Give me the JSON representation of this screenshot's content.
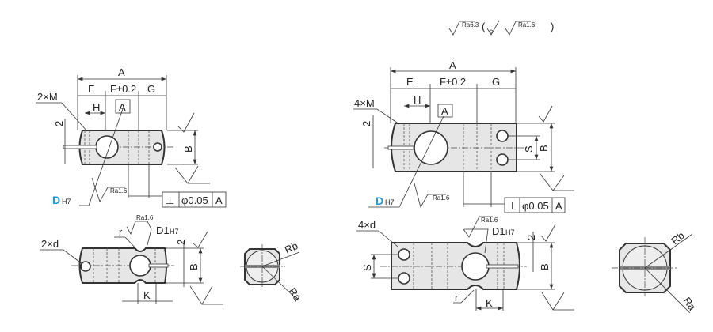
{
  "finish_legend": {
    "main": "Ra6.3",
    "paren_open": "(",
    "alt": "Ra1.6",
    "paren_close": ")"
  },
  "left_view": {
    "dim_A": "A",
    "dim_E": "E",
    "dim_F": "F±0.2",
    "dim_G": "G",
    "dim_H": "H",
    "datum": "A",
    "thread_label": "2×M",
    "dim_2": "2",
    "dim_B": "B",
    "bore_D": "D",
    "bore_tol": "H7",
    "bore_finish": "Ra1.6",
    "perp_symbol": "⊥",
    "perp_value": "φ0.05",
    "perp_datum": "A",
    "bottom": {
      "hole_label": "2×d",
      "r_label": "r",
      "d1_label": "D1",
      "d1_tol": "H7",
      "finish": "Ra1.6",
      "dim_2": "2",
      "dim_B": "B",
      "dim_K": "K"
    },
    "end": {
      "Rb": "Rb",
      "Ra": "Ra"
    }
  },
  "right_view": {
    "dim_A": "A",
    "dim_E": "E",
    "dim_F": "F±0.2",
    "dim_G": "G",
    "dim_H": "H",
    "datum": "A",
    "thread_label": "4×M",
    "dim_2": "2",
    "dim_S": "S",
    "dim_B": "B",
    "bore_D": "D",
    "bore_tol": "H7",
    "bore_finish": "Ra1.6",
    "perp_symbol": "⊥",
    "perp_value": "φ0.05",
    "perp_datum": "A",
    "bottom": {
      "hole_label": "4×d",
      "r_label": "r",
      "d1_label": "D1",
      "d1_tol": "H7",
      "finish": "Ra1.6",
      "dim_2": "2",
      "dim_S": "S",
      "dim_B": "B",
      "dim_K": "K"
    },
    "end": {
      "Rb": "Rb",
      "Ra": "Ra"
    }
  }
}
